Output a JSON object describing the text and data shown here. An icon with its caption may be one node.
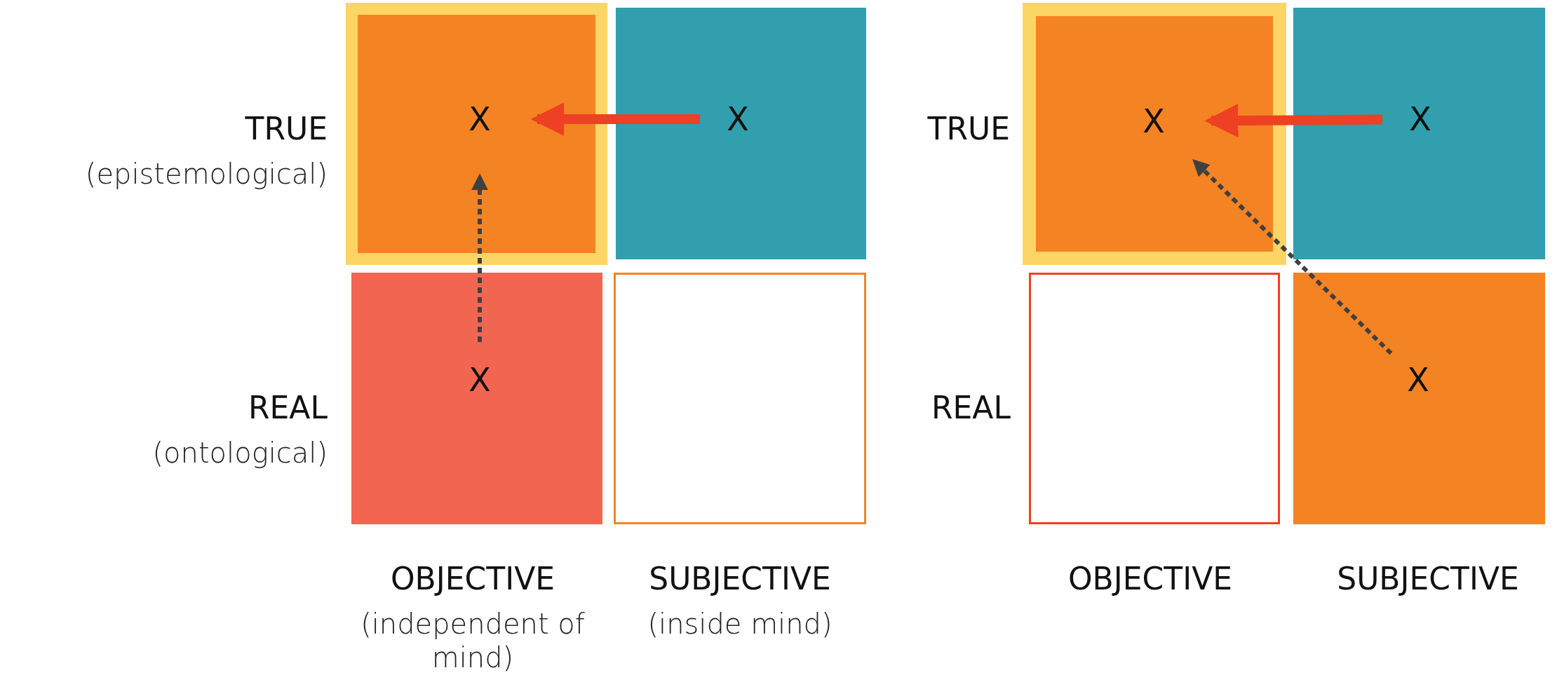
{
  "diagram": {
    "nodes": [
      {
        "text": [
          "X"
        ]
      },
      {
        "text": [
          "X"
        ]
      },
      {
        "text": [
          "X"
        ]
      },
      {
        "text": [],
        "shape": "box"
      },
      {
        "text": [
          "X"
        ]
      },
      {
        "text": [
          "X"
        ]
      },
      {
        "text": [],
        "shape": "box"
      },
      {
        "text": [
          "X"
        ]
      }
    ],
    "edges": [
      {
        "from": 1,
        "to": 0,
        "arrow": "to",
        "style": "thick",
        "color": "#ee4023"
      },
      {
        "from": 2,
        "to": 0,
        "arrow": "to",
        "style": "dashed",
        "color": "#404040"
      },
      {
        "from": 5,
        "to": 4,
        "arrow": "to",
        "style": "thick",
        "color": "#ee4023"
      },
      {
        "from": 7,
        "to": 4,
        "arrow": "to",
        "style": "dashed",
        "color": "#404040"
      }
    ],
    "labels": [
      "TRUE",
      "(epistemological)",
      "REAL",
      "(ontological)",
      "OBJECTIVE",
      "(independent of mind)",
      "SUBJECTIVE",
      "(inside mind)",
      "TRUE",
      "REAL",
      "OBJECTIVE",
      "SUBJECTIVE"
    ]
  }
}
